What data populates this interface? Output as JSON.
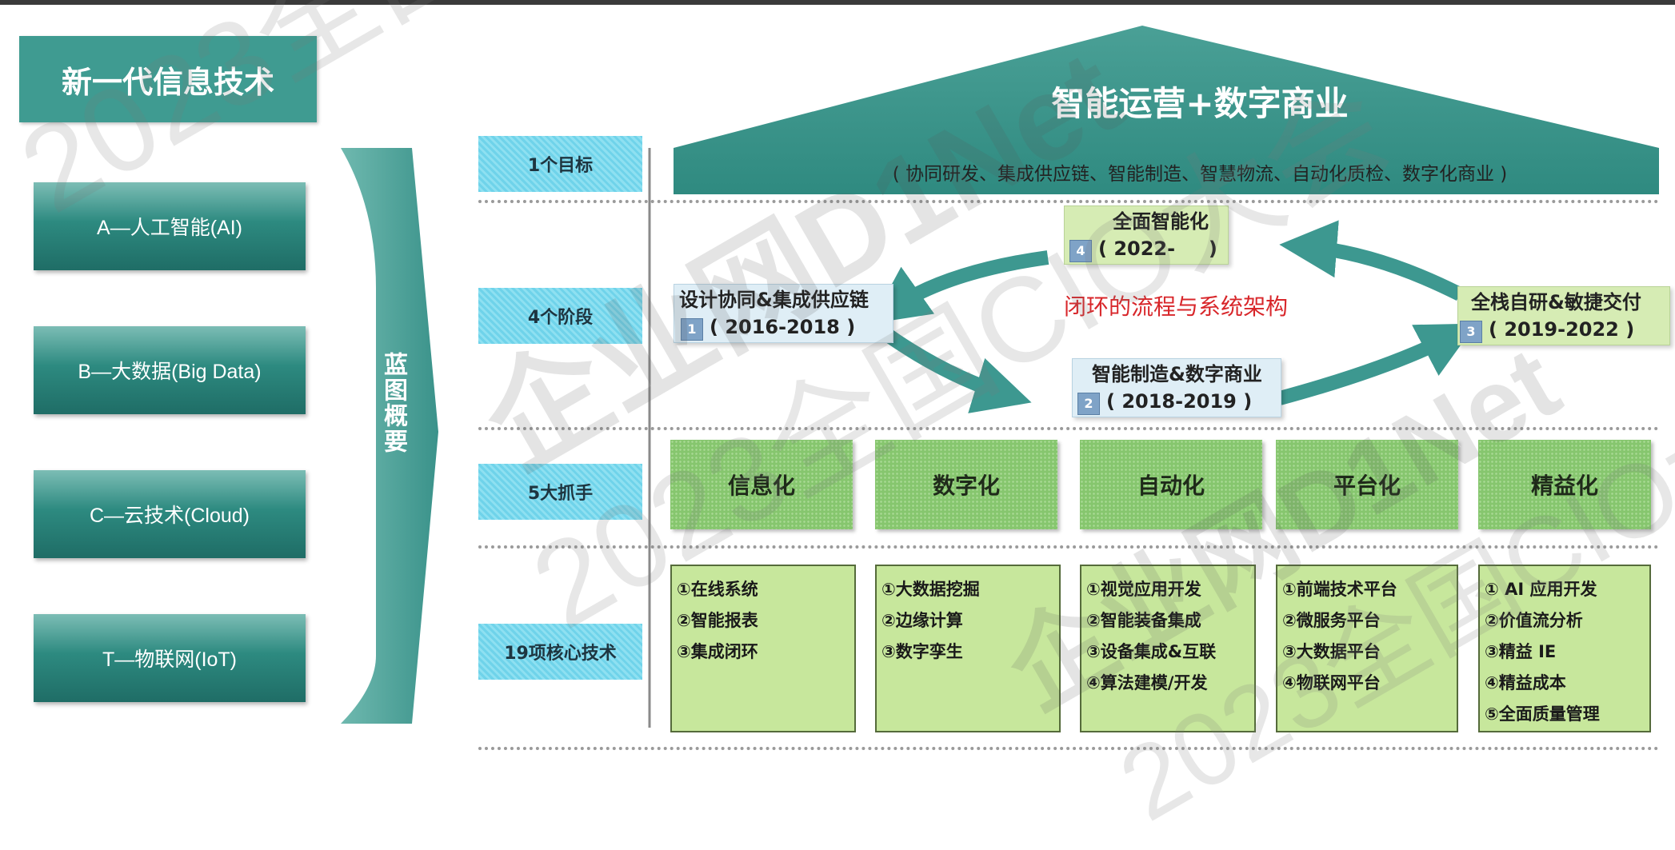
{
  "title": "新一代信息技术",
  "technologies": [
    "A—人工智能(AI)",
    "B—大数据(Big Data)",
    "C—云技术(Cloud)",
    "T—物联网(IoT)"
  ],
  "blueprint_label": "蓝图概要",
  "rows": {
    "goal": "1个目标",
    "stages": "4个阶段",
    "pillars": "5大抓手",
    "core_tech": "19项核心技术"
  },
  "roof": {
    "title": "智能运营+数字商业",
    "subtitle": "( 协同研发、集成供应链、智能制造、智慧物流、自动化质检、数字化商业 )"
  },
  "stages": [
    {
      "num": "1",
      "name": "设计协同&集成供应链",
      "years": "( 2016-2018 )"
    },
    {
      "num": "2",
      "name": "智能制造&数字商业",
      "years": "( 2018-2019 )"
    },
    {
      "num": "3",
      "name": "全栈自研&敏捷交付",
      "years": "( 2019-2022 )"
    },
    {
      "num": "4",
      "name": "全面智能化",
      "years": "( 2022-     )"
    }
  ],
  "loop_label": "闭环的流程与系统架构",
  "pillars": [
    "信息化",
    "数字化",
    "自动化",
    "平台化",
    "精益化"
  ],
  "core_tech": [
    [
      "①在线系统",
      "②智能报表",
      "③集成闭环"
    ],
    [
      "①大数据挖掘",
      "②边缘计算",
      "③数字孪生"
    ],
    [
      "①视觉应用开发",
      "②智能装备集成",
      "③设备集成&互联",
      "④算法建模/开发"
    ],
    [
      "①前端技术平台",
      "②微服务平台",
      "③大数据平台",
      "④物联网平台"
    ],
    [
      "① AI 应用开发",
      "②价值流分析",
      "③精益 IE",
      "④精益成本",
      "⑤全面质量管理"
    ]
  ],
  "watermarks": [
    "2023全国CIO大会",
    "企业网D1Net"
  ],
  "colors": {
    "teal": "#3f9b91",
    "roof": "#3a8f86",
    "row_label": "#7fd9ec",
    "pillar_green": "#86c66e",
    "list_green": "#c7e79c",
    "loop_red": "#d8262a"
  }
}
